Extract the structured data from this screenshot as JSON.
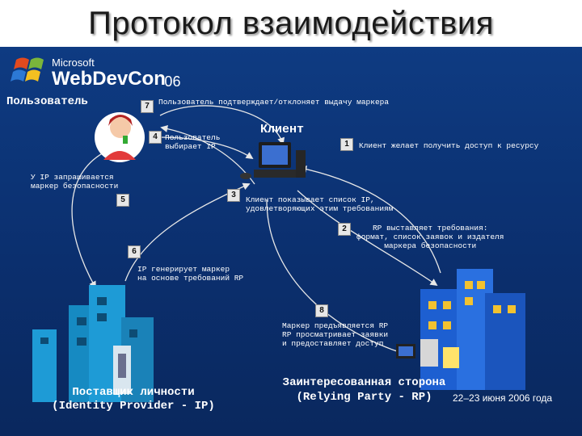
{
  "slide_title": "Протокол взаимодействия",
  "brand": {
    "company": "Microsoft",
    "event": "WebDevCon",
    "year": "'06"
  },
  "date": "22–23 июня 2006 года",
  "actors": {
    "user": "Пользователь",
    "client": "Клиент",
    "idp_line1": "Поставщик личности",
    "idp_line2": "(Identity Provider - IP)",
    "rp_line1": "Заинтересованная сторона",
    "rp_line2": "(Relying Party - RP)"
  },
  "steps": [
    {
      "num": "1",
      "lines": [
        "Клиент желает получить доступ к ресурсу"
      ]
    },
    {
      "num": "2",
      "lines": [
        "RP выставляет требования:",
        "формат, список заявок и издателя",
        "маркера безопасности"
      ]
    },
    {
      "num": "3",
      "lines": [
        "Клиент показывает список IP,",
        "удовлетворяющих этим требованиям"
      ]
    },
    {
      "num": "4",
      "lines": [
        "Пользователь",
        "выбирает IP"
      ]
    },
    {
      "num": "5",
      "lines": [
        "У IP запрашивается",
        "маркер безопасности"
      ]
    },
    {
      "num": "6",
      "lines": [
        "IP генерирует маркер",
        "на основе требований RP"
      ]
    },
    {
      "num": "7",
      "lines": [
        "Пользователь подтверждает/отклоняет выдачу маркера"
      ]
    },
    {
      "num": "8",
      "lines": [
        "Маркер предъявляется RP",
        "RP просматривает заявки",
        "и предоставляет доступ"
      ]
    }
  ],
  "colors": {
    "title_text": "#1a1a1a",
    "panel": "#0e3b82",
    "arrow": "#e8e8e8",
    "badge": "#e7e7e7",
    "building_idp": "#1e9bd6",
    "building_rp": "#1d5fd1"
  }
}
